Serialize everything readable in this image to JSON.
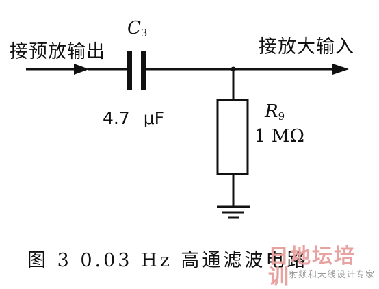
{
  "figure": {
    "caption": "图 3  0.03 Hz 高通滤波电路",
    "input_label": "接预放输出",
    "output_label": "接放大输入"
  },
  "capacitor": {
    "name": "C",
    "subscript": "3",
    "value": "4.7 μF"
  },
  "resistor": {
    "name": "R",
    "subscript": "9",
    "value": "1 MΩ"
  },
  "watermark": {
    "main": "日地坛培训",
    "sub": "射频和天线设计专家",
    "colors": {
      "main": "#e8a3a0",
      "sub": "#9a9a9a"
    }
  },
  "colors": {
    "line": "#111111",
    "background": "#ffffff"
  }
}
